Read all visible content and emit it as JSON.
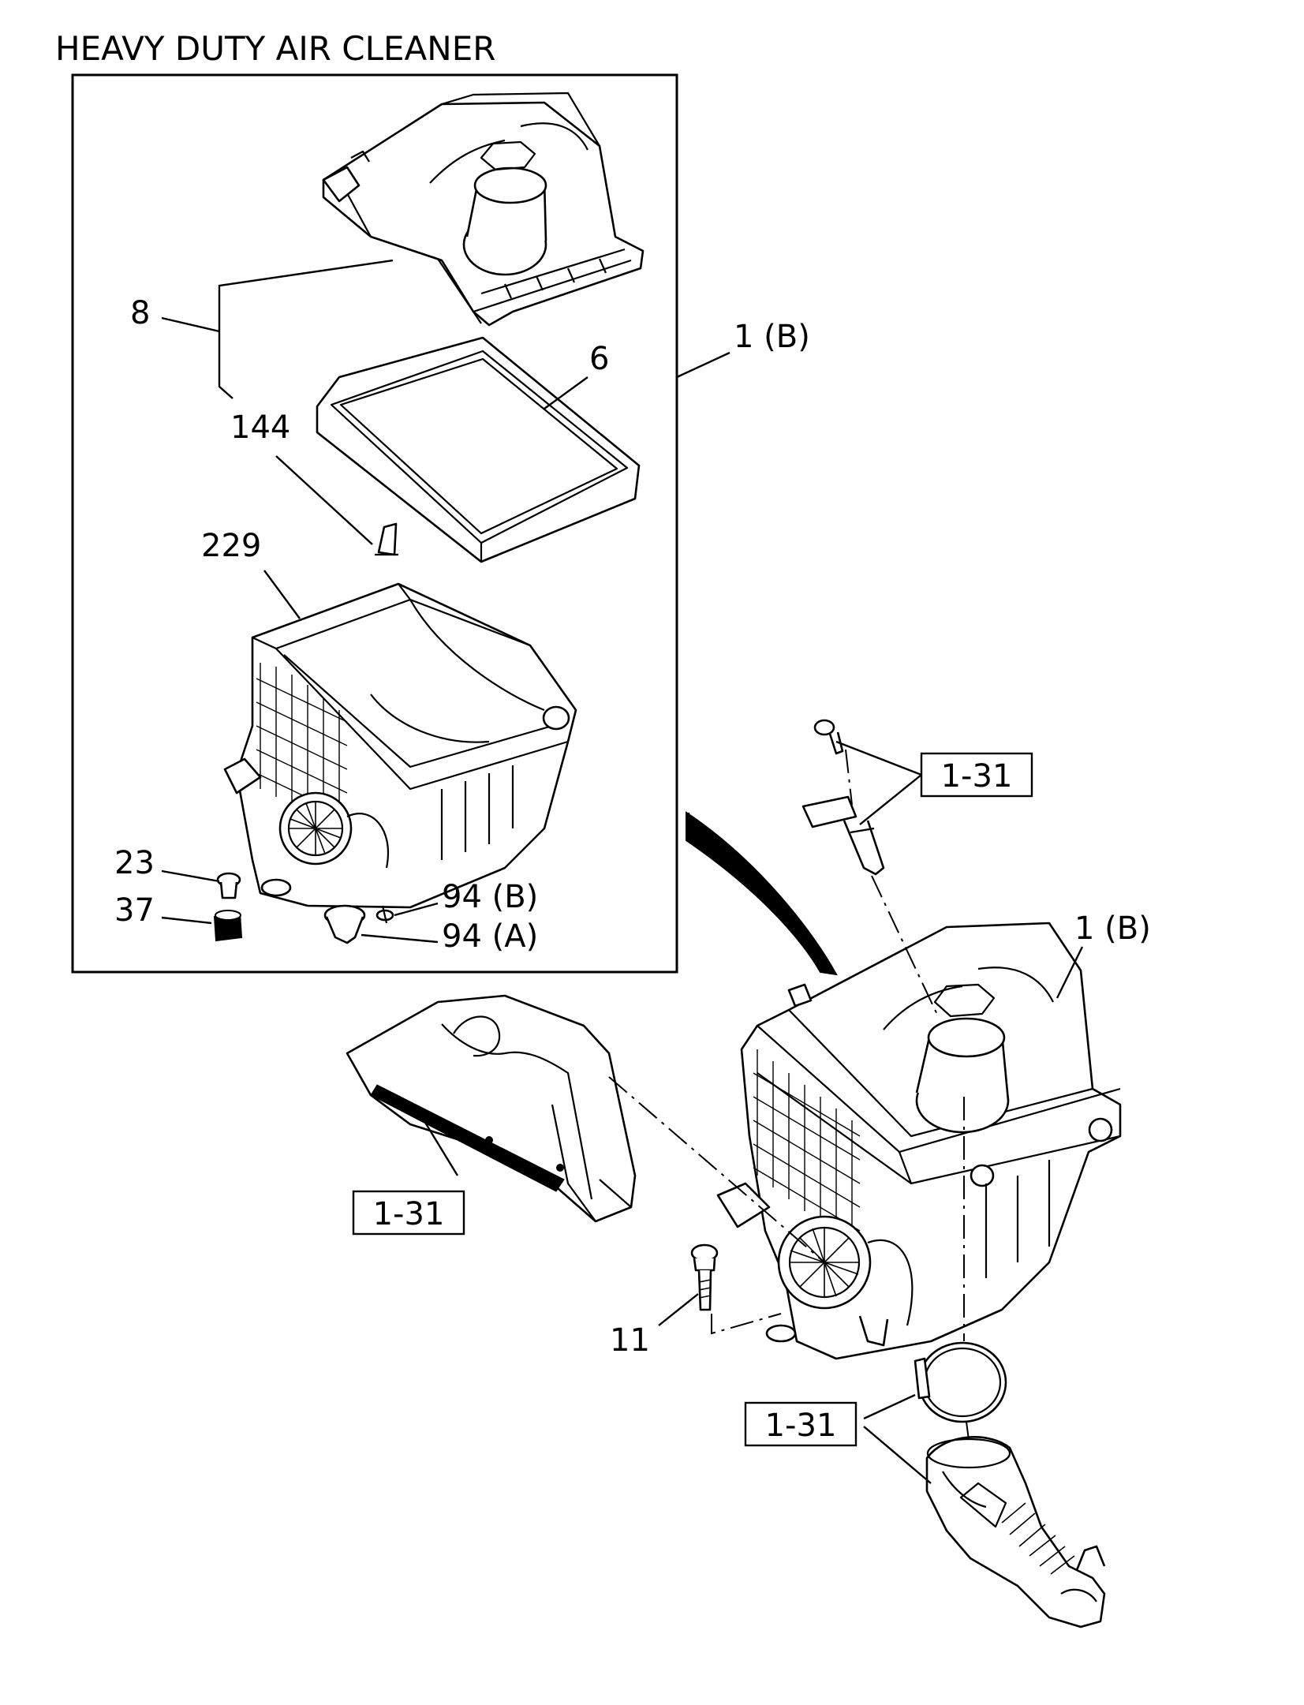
{
  "title": "HEAVY DUTY AIR CLEANER",
  "callouts": {
    "c8": "8",
    "c6": "6",
    "c144": "144",
    "c229": "229",
    "c23": "23",
    "c37": "37",
    "c94b": "94 (B)",
    "c94a": "94 (A)",
    "c1b_top": "1 (B)",
    "c1b_right": "1 (B)",
    "c11": "11"
  },
  "references": {
    "ref_sensor": "1-31",
    "ref_duct_left": "1-31",
    "ref_hose": "1-31"
  }
}
